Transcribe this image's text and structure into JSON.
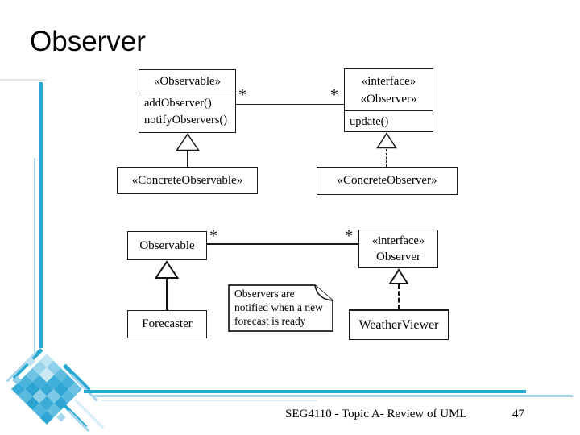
{
  "slide": {
    "title": "Observer",
    "footer": "SEG4110 - Topic A-  Review of UML",
    "page_number": "47"
  },
  "diagram_top": {
    "observable_class": {
      "stereotype": "«Observable»",
      "methods": [
        "addObserver()",
        "notifyObservers()"
      ]
    },
    "observer_interface": {
      "line1": "«interface»",
      "line2": "«Observer»",
      "method": "update()"
    },
    "association": {
      "left_multiplicity": "*",
      "right_multiplicity": "*"
    },
    "concrete_observable": {
      "label": "«ConcreteObservable»"
    },
    "concrete_observer": {
      "label": "«ConcreteObserver»"
    }
  },
  "diagram_bottom": {
    "observable_class": {
      "label": "Observable"
    },
    "observer_interface": {
      "line1": "«interface»",
      "line2": "Observer"
    },
    "association": {
      "left_multiplicity": "*",
      "right_multiplicity": "*"
    },
    "forecaster": {
      "label": "Forecaster"
    },
    "weather_viewer": {
      "label": "WeatherViewer"
    },
    "note": {
      "lines": [
        "Observers are",
        "notified when a new",
        "forecast is ready"
      ]
    }
  },
  "decor": {
    "teal": "#26A9D1",
    "light_blue": "#A9D6EB",
    "pale_blue": "#D8ECF6",
    "faint_gray": "#E3E3E1",
    "quilt_colors": [
      "#BFE4F3",
      "#8ED0E9",
      "#5FBCDF",
      "#45B2DB",
      "#6CC3E2",
      "#9AD5EC",
      "#CDE9F6",
      "#3FAEDA",
      "#2EA5D3",
      "#55B9DD",
      "#6FC4E3",
      "#42B0D9",
      "#35AAD6",
      "#7BC9E5",
      "#2FA6D4",
      "#4DB5DC",
      "#2EA4D2",
      "#8FD0E9",
      "#3BACD7",
      "#63BFE0",
      "#37ABD7",
      "#58BADE",
      "#2CA3D1",
      "#4FB6DC",
      "#2EA5D3"
    ],
    "fragment_colors": [
      "#BFE2F2",
      "#8FCFE9",
      "#A5D8EC"
    ]
  }
}
